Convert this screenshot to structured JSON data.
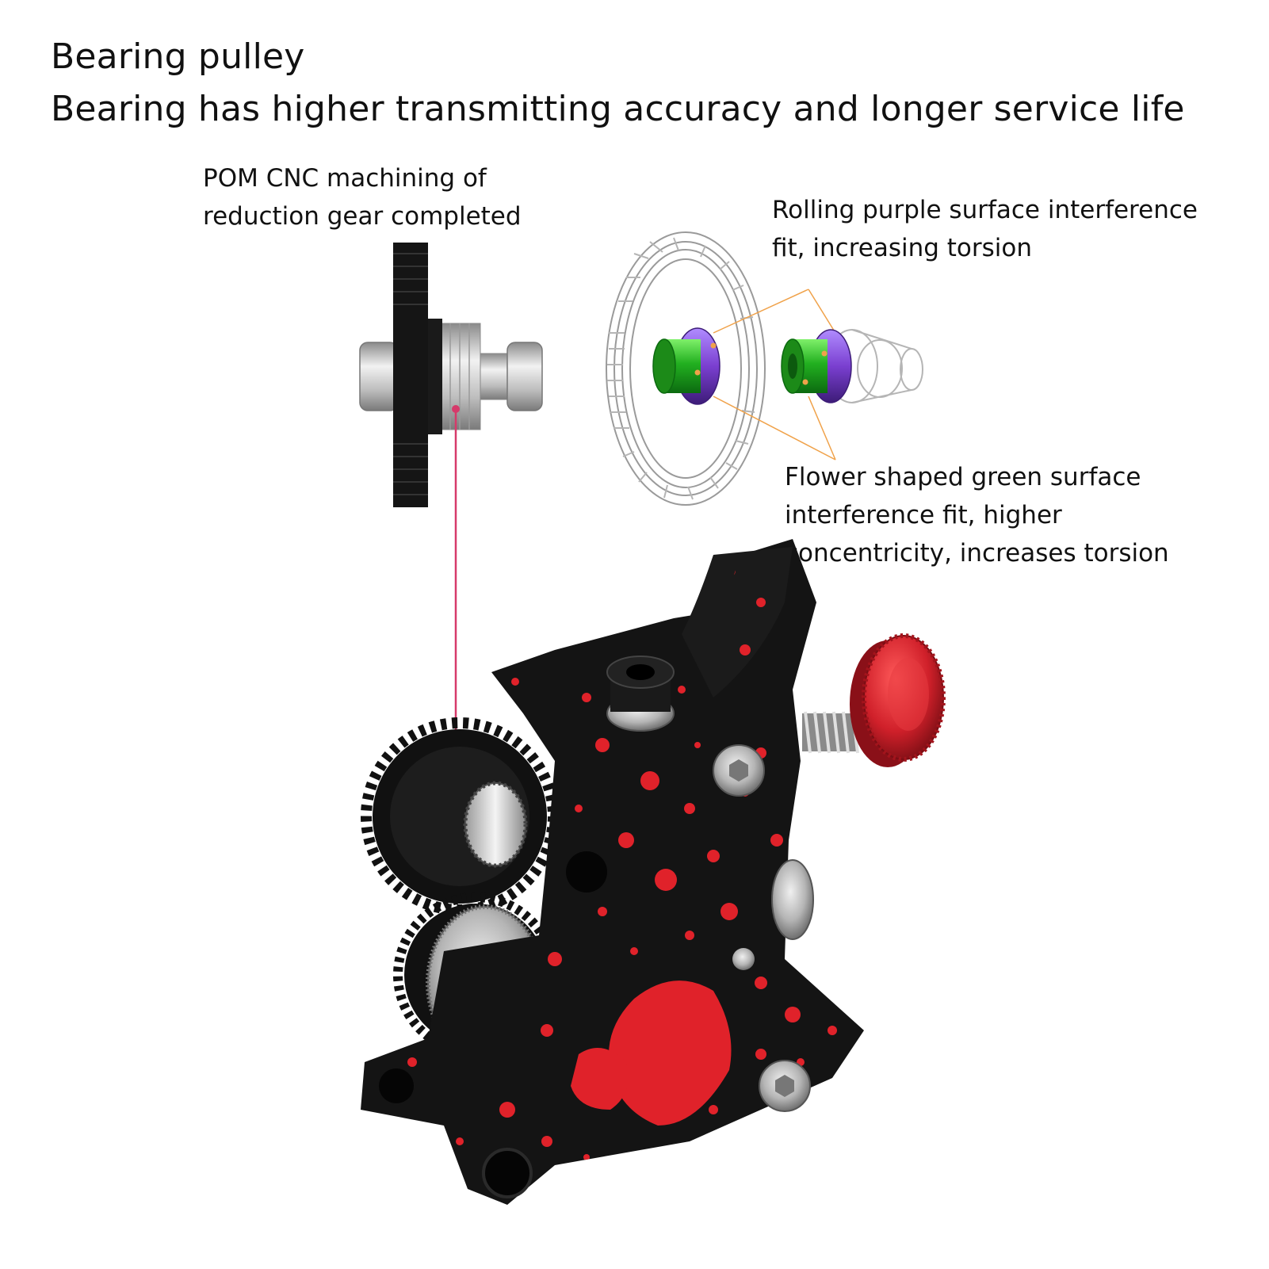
{
  "title": {
    "line1": "Bearing pulley",
    "line2": "Bearing has higher transmitting accuracy and longer service life"
  },
  "callouts": {
    "pom": [
      "POM CNC machining of",
      "reduction gear completed"
    ],
    "purple": [
      "Rolling purple surface interference",
      "fit, increasing torsion"
    ],
    "green": [
      "Flower shaped green surface",
      "interference fit, higher",
      "concentricity, increases torsion"
    ]
  },
  "colors": {
    "background": "#ffffff",
    "text": "#111111",
    "extruder_black": "#141414",
    "splatter_red": "#e0222a",
    "knob_red": "#d0202a",
    "purple_ring": "#7a3fd0",
    "green_hub": "#22b020",
    "leader_pink": "#d63a6a",
    "leader_orange": "#f0a24a"
  }
}
